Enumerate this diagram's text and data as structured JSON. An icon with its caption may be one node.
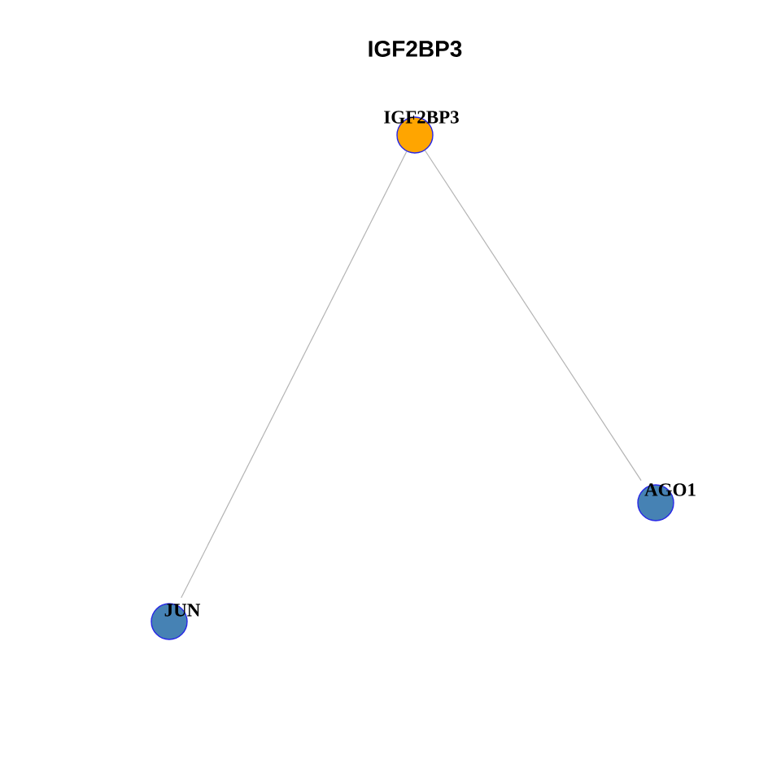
{
  "diagram": {
    "title": "IGF2BP3",
    "nodes": [
      {
        "text": [
          "IGF2BP3"
        ]
      },
      {
        "text": [
          "AGO1"
        ]
      },
      {
        "text": [
          "JUN"
        ]
      }
    ],
    "edges": [
      {
        "from": 0,
        "to": 1,
        "arrow": "none"
      },
      {
        "from": 0,
        "to": 2,
        "arrow": "none"
      }
    ]
  }
}
